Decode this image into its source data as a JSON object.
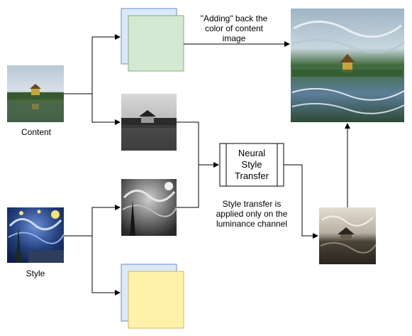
{
  "inputs": {
    "content_label": "Content",
    "style_label": "Style"
  },
  "process": {
    "line1": "Neural",
    "line2": "Style",
    "line3": "Transfer"
  },
  "notes": {
    "color_note_line1": "\"Adding\" back the",
    "color_note_line2": "color of content",
    "color_note_line3": "image",
    "luminance_note_line1": "Style transfer is",
    "luminance_note_line2": "applied only on the",
    "luminance_note_line3": "luminance channel"
  },
  "colors": {
    "stack_back_fill": "#dae8fc",
    "stack_back_stroke": "#6c8ebf",
    "content_color_fill": "#d5e8d4",
    "content_color_stroke": "#82b366",
    "style_color_fill": "#fff2a8",
    "style_color_stroke": "#d6b656",
    "arrow": "#000000"
  }
}
